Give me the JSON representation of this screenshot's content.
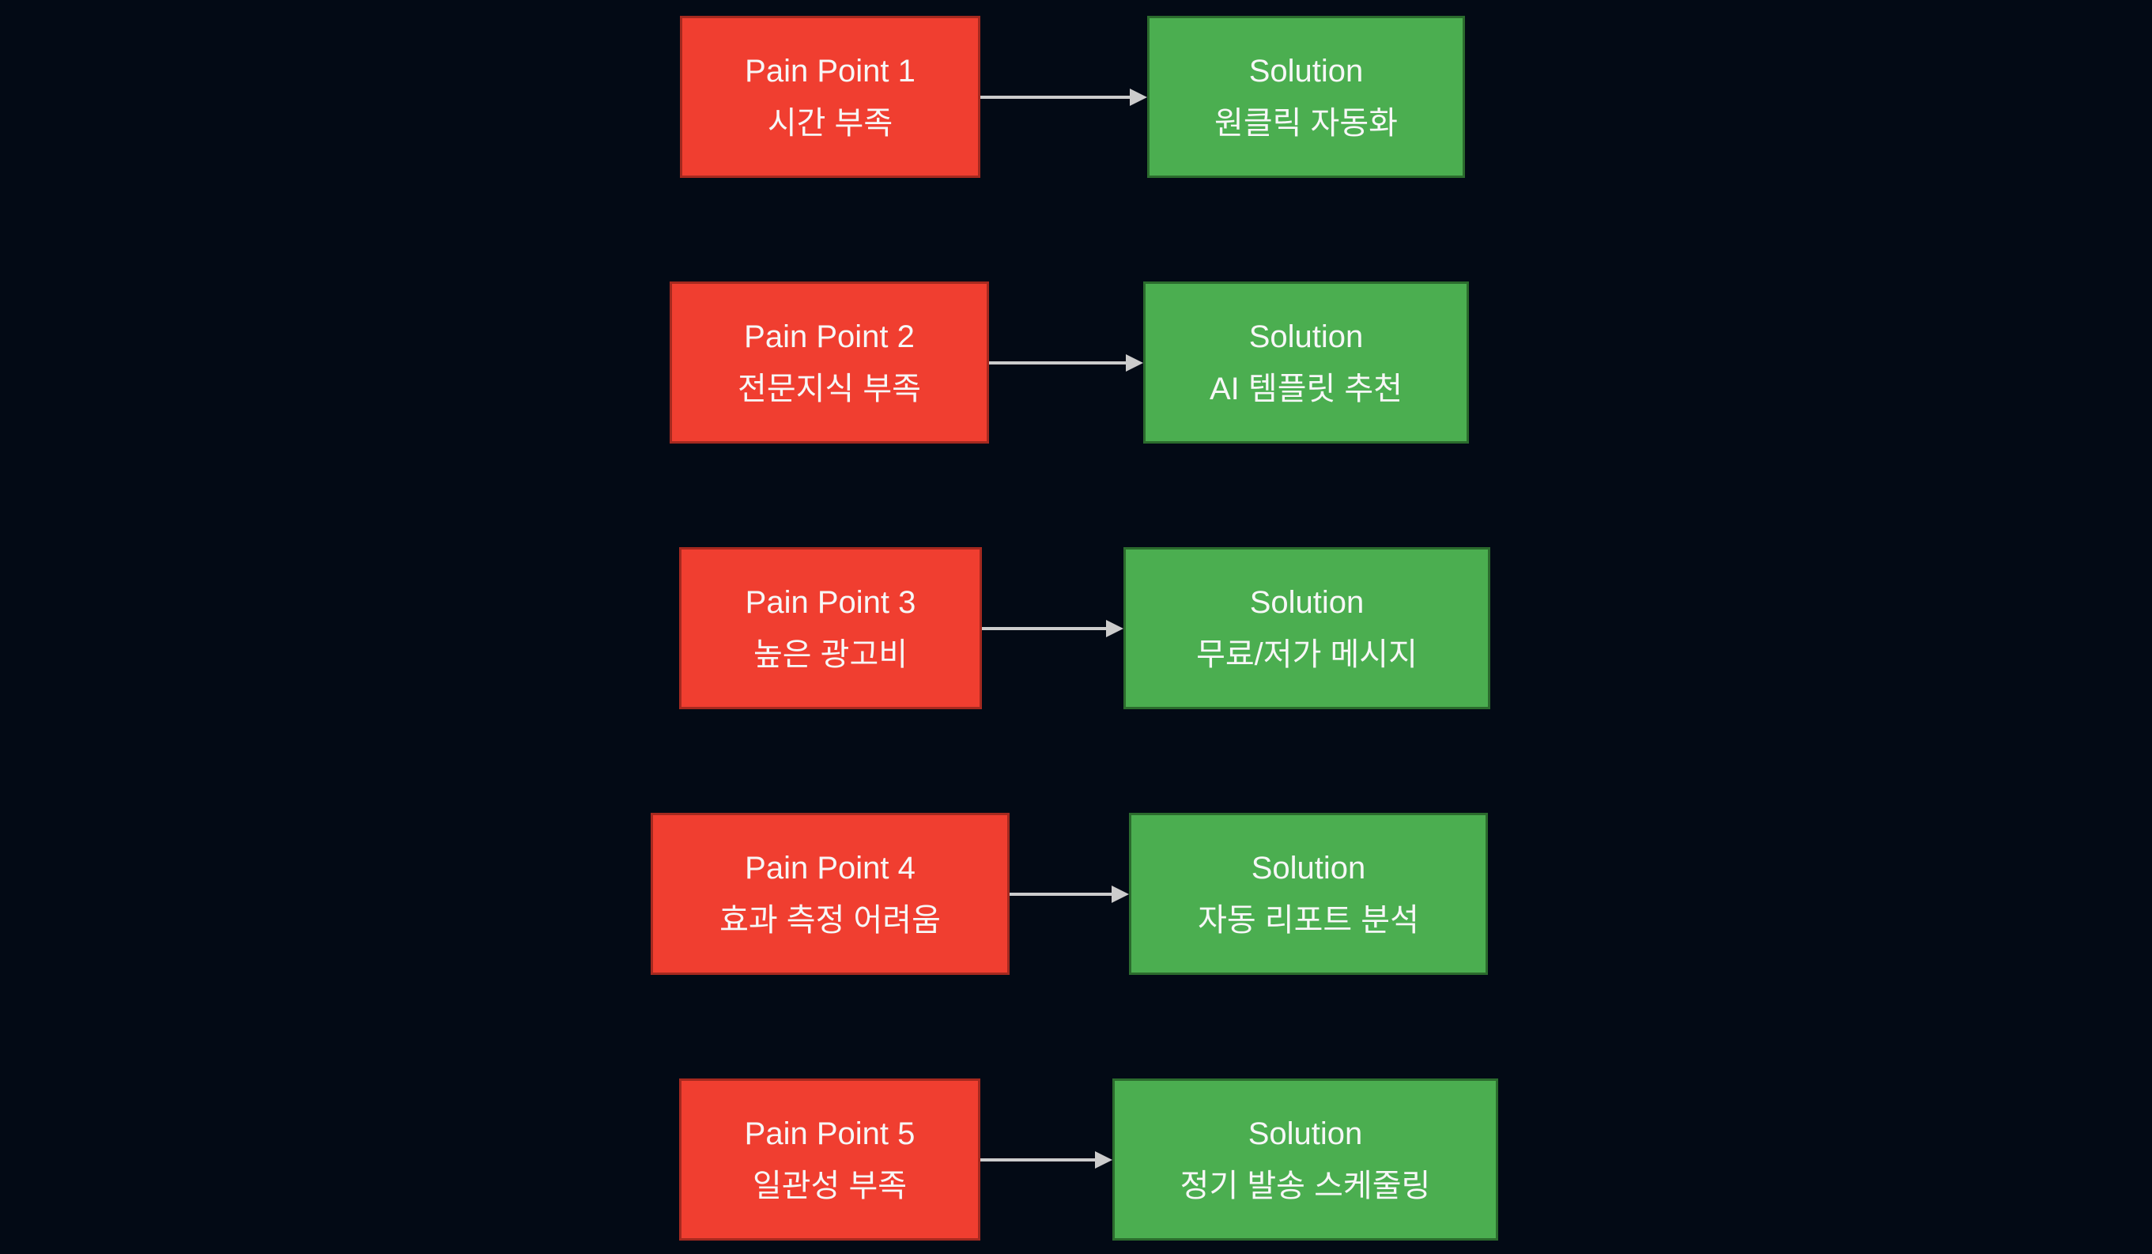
{
  "diagram": {
    "type": "pain-point-solution-flowchart",
    "colors": {
      "bg": "#030a15",
      "pain_fill": "#f03e30",
      "pain_border": "#a5291f",
      "solution_fill": "#4bae50",
      "solution_border": "#2b6b2d",
      "arrow": "#cccccc",
      "text": "#f7f7f7"
    },
    "rows": [
      {
        "pain": {
          "title": "Pain Point 1",
          "subtitle": "시간 부족"
        },
        "solution": {
          "title": "Solution",
          "subtitle": "원클릭 자동화"
        }
      },
      {
        "pain": {
          "title": "Pain Point 2",
          "subtitle": "전문지식 부족"
        },
        "solution": {
          "title": "Solution",
          "subtitle": "AI 템플릿 추천"
        }
      },
      {
        "pain": {
          "title": "Pain Point 3",
          "subtitle": "높은 광고비"
        },
        "solution": {
          "title": "Solution",
          "subtitle": "무료/저가 메시지"
        }
      },
      {
        "pain": {
          "title": "Pain Point 4",
          "subtitle": "효과 측정 어려움"
        },
        "solution": {
          "title": "Solution",
          "subtitle": "자동 리포트 분석"
        }
      },
      {
        "pain": {
          "title": "Pain Point 5",
          "subtitle": "일관성 부족"
        },
        "solution": {
          "title": "Solution",
          "subtitle": "정기 발송 스케줄링"
        }
      }
    ]
  }
}
